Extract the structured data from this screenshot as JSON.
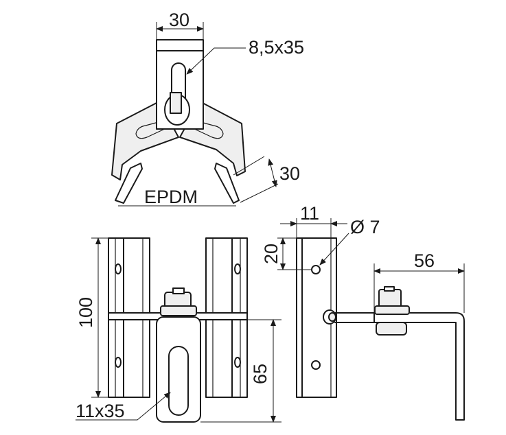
{
  "dimensions": {
    "top_width": "30",
    "top_slot": "8,5x35",
    "top_right": "30",
    "gasket": "EPDM",
    "front_height": "100",
    "front_lower": "65",
    "front_slot": "11x35",
    "side_width": "11",
    "side_hole_offset": "20",
    "side_hole": "Ø 7",
    "side_depth": "56"
  }
}
